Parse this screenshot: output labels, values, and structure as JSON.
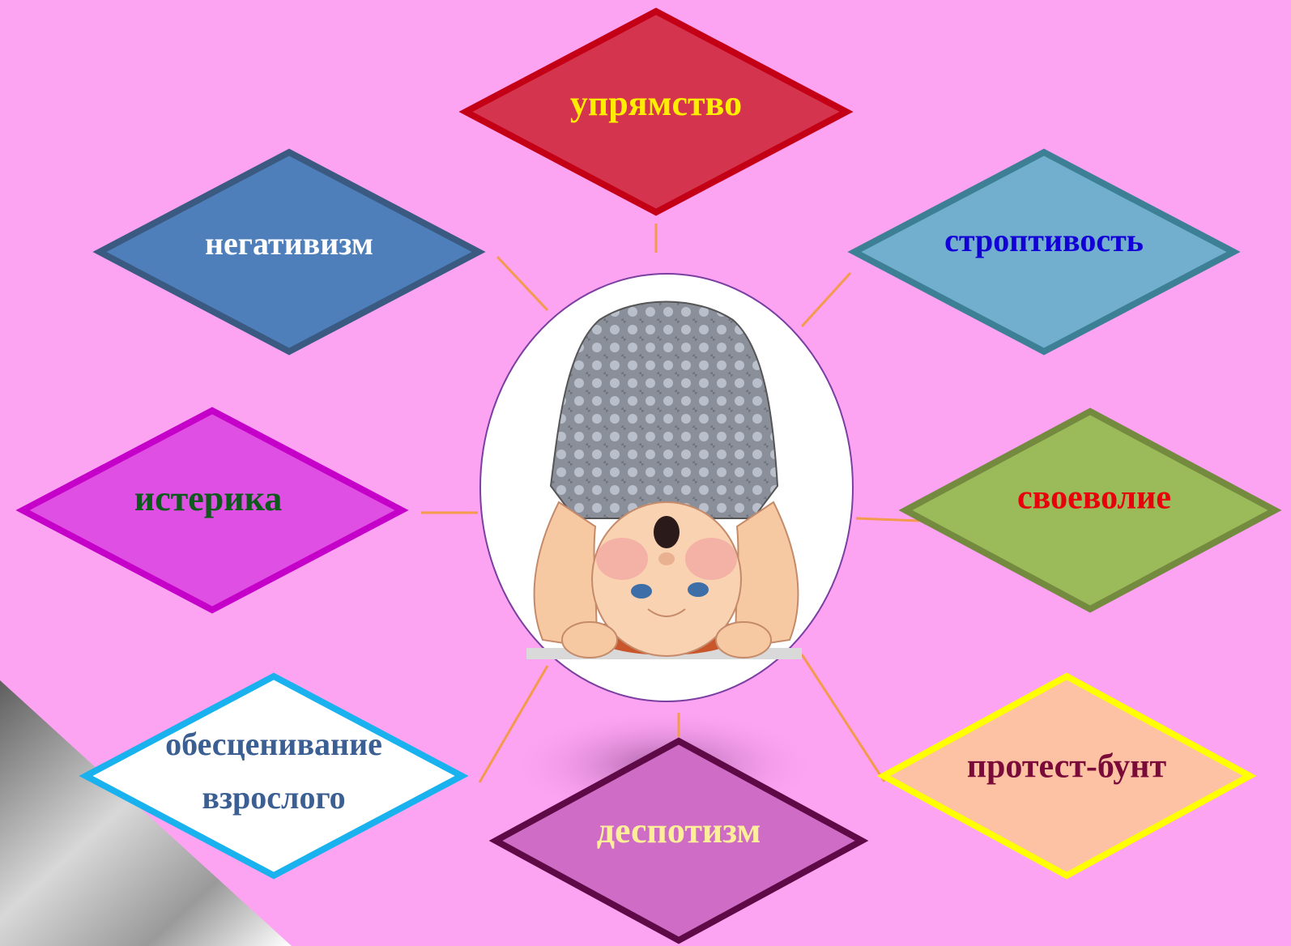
{
  "center": {
    "image": "child-doing-headstand-illustration"
  },
  "diamonds": [
    {
      "id": "upryamstvo",
      "lines": [
        "упрямство"
      ],
      "fill": "#d4344e",
      "stroke": "#c40016",
      "text_color": "#ffee00"
    },
    {
      "id": "negativizm",
      "lines": [
        "негативизм"
      ],
      "fill": "#4f7fba",
      "stroke": "#3a5a82",
      "text_color": "#ffffff"
    },
    {
      "id": "stroptivost",
      "lines": [
        "строптивость"
      ],
      "fill": "#72aecd",
      "stroke": "#3d7f95",
      "text_color": "#1200d6"
    },
    {
      "id": "isterika",
      "lines": [
        "истерика"
      ],
      "fill": "#e04fe3",
      "stroke": "#c400c9",
      "text_color": "#0d5b1c"
    },
    {
      "id": "svoevolie",
      "lines": [
        "своеволие"
      ],
      "fill": "#9bba59",
      "stroke": "#738a3f",
      "text_color": "#e8000c"
    },
    {
      "id": "obescenivanie",
      "lines": [
        "обесценивание",
        "взрослого"
      ],
      "fill": "#ffffff",
      "stroke": "#19b2ee",
      "text_color": "#3b5f92"
    },
    {
      "id": "despotizm",
      "lines": [
        "деспотизм"
      ],
      "fill": "#cf6cc6",
      "stroke": "#5e0a46",
      "text_color": "#ffee99"
    },
    {
      "id": "protest",
      "lines": [
        "протест-бунт"
      ],
      "fill": "#fdc1a3",
      "stroke": "#ffff00",
      "text_color": "#7a0a38"
    }
  ],
  "colors": {
    "background": "#fca3f2",
    "connector": "#f49a4c",
    "ellipse_stroke": "#7a3fa0"
  }
}
